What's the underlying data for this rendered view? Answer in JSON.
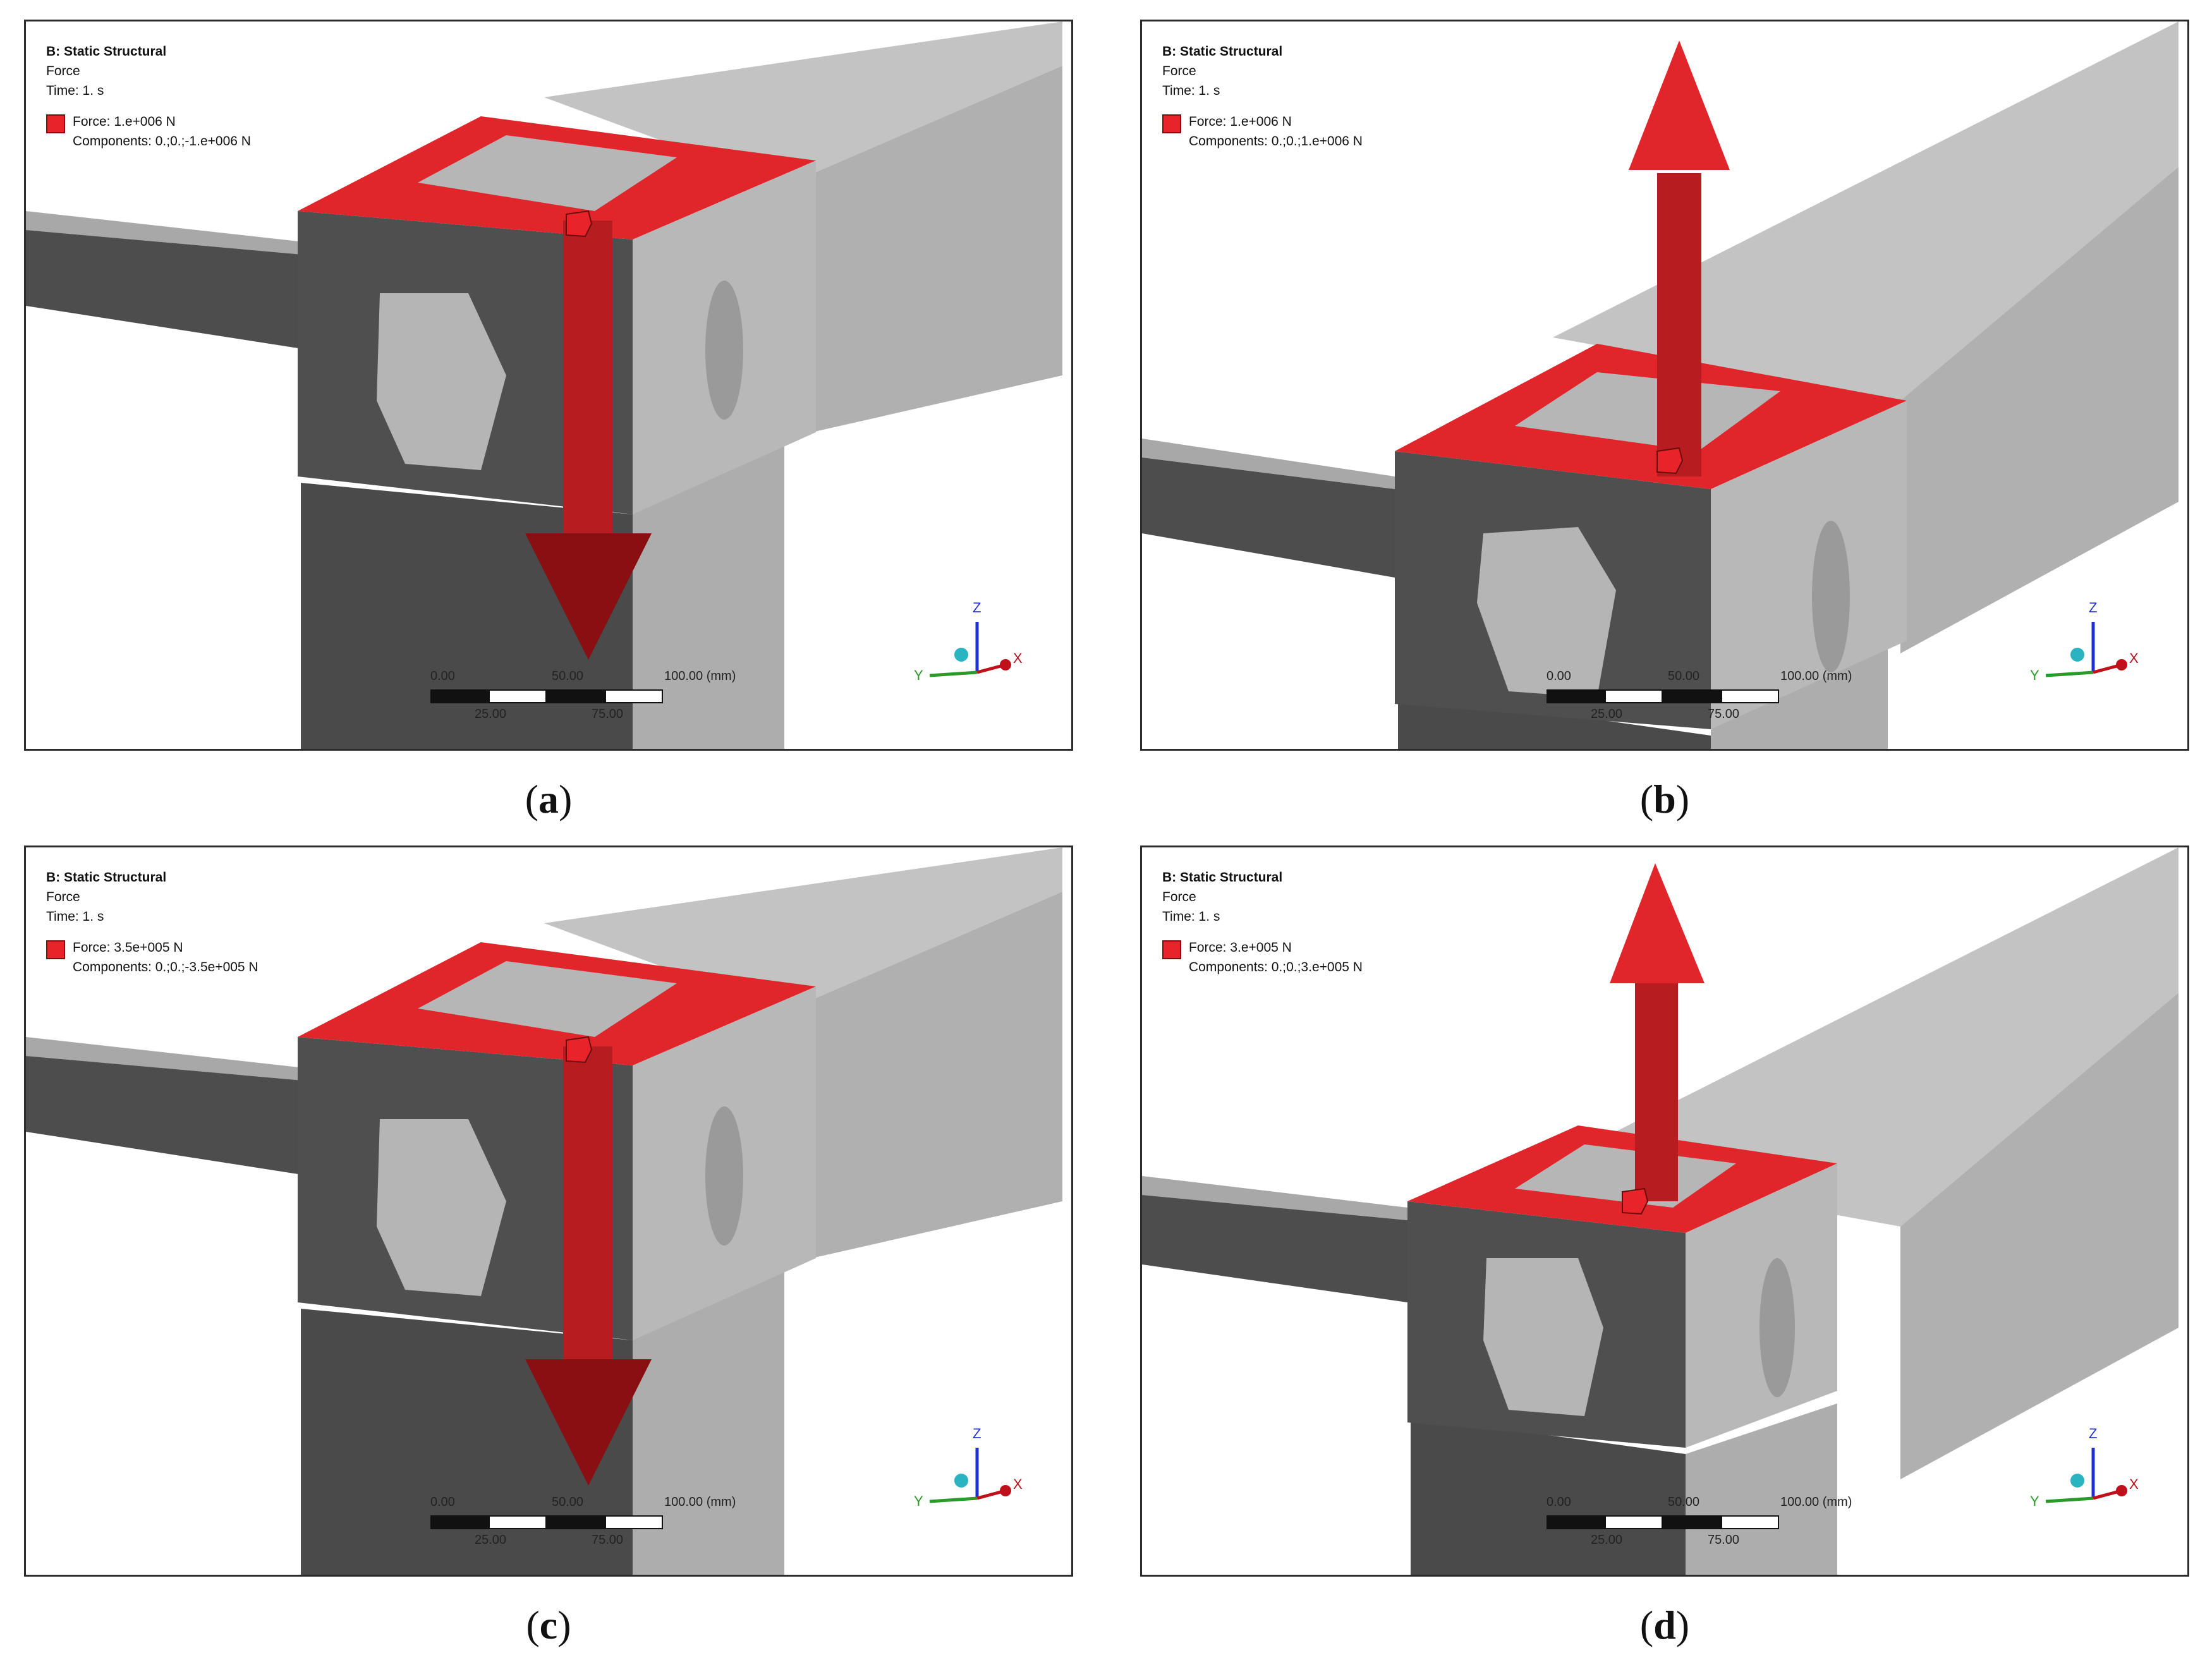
{
  "panels": [
    {
      "id": "a",
      "caption": "a",
      "analysis": "B: Static Structural",
      "object": "Force",
      "time": "Time: 1. s",
      "legend": {
        "label": "Force: 1.e+006 N",
        "components": "Components: 0.;0.;-1.e+006 N"
      },
      "arrow_direction": "down",
      "scale": {
        "labels_top": [
          "0.00",
          "50.00",
          "100.00 (mm)"
        ],
        "labels_bottom": [
          "25.00",
          "75.00"
        ]
      },
      "triad": {
        "x": "X",
        "y": "Y",
        "z": "Z"
      }
    },
    {
      "id": "b",
      "caption": "b",
      "analysis": "B: Static Structural",
      "object": "Force",
      "time": "Time: 1. s",
      "legend": {
        "label": "Force: 1.e+006 N",
        "components": "Components: 0.;0.;1.e+006 N"
      },
      "arrow_direction": "up",
      "scale": {
        "labels_top": [
          "0.00",
          "50.00",
          "100.00 (mm)"
        ],
        "labels_bottom": [
          "25.00",
          "75.00"
        ]
      },
      "triad": {
        "x": "X",
        "y": "Y",
        "z": "Z"
      }
    },
    {
      "id": "c",
      "caption": "c",
      "analysis": "B: Static Structural",
      "object": "Force",
      "time": "Time: 1. s",
      "legend": {
        "label": "Force: 3.5e+005 N",
        "components": "Components: 0.;0.;-3.5e+005 N"
      },
      "arrow_direction": "down",
      "scale": {
        "labels_top": [
          "0.00",
          "50.00",
          "100.00 (mm)"
        ],
        "labels_bottom": [
          "25.00",
          "75.00"
        ]
      },
      "triad": {
        "x": "X",
        "y": "Y",
        "z": "Z"
      }
    },
    {
      "id": "d",
      "caption": "d",
      "analysis": "B: Static Structural",
      "object": "Force",
      "time": "Time: 1. s",
      "legend": {
        "label": "Force: 3.e+005 N",
        "components": "Components: 0.;0.;3.e+005 N"
      },
      "arrow_direction": "up",
      "scale": {
        "labels_top": [
          "0.00",
          "50.00",
          "100.00 (mm)"
        ],
        "labels_bottom": [
          "25.00",
          "75.00"
        ]
      },
      "triad": {
        "x": "X",
        "y": "Y",
        "z": "Z"
      }
    }
  ],
  "colors": {
    "force": "#e0262b",
    "force_dark": "#8a0f12",
    "beam_light": "#b4b4b4",
    "beam_dark": "#4d4d4d",
    "beam_mid": "#969696",
    "background": "#ffffff"
  }
}
